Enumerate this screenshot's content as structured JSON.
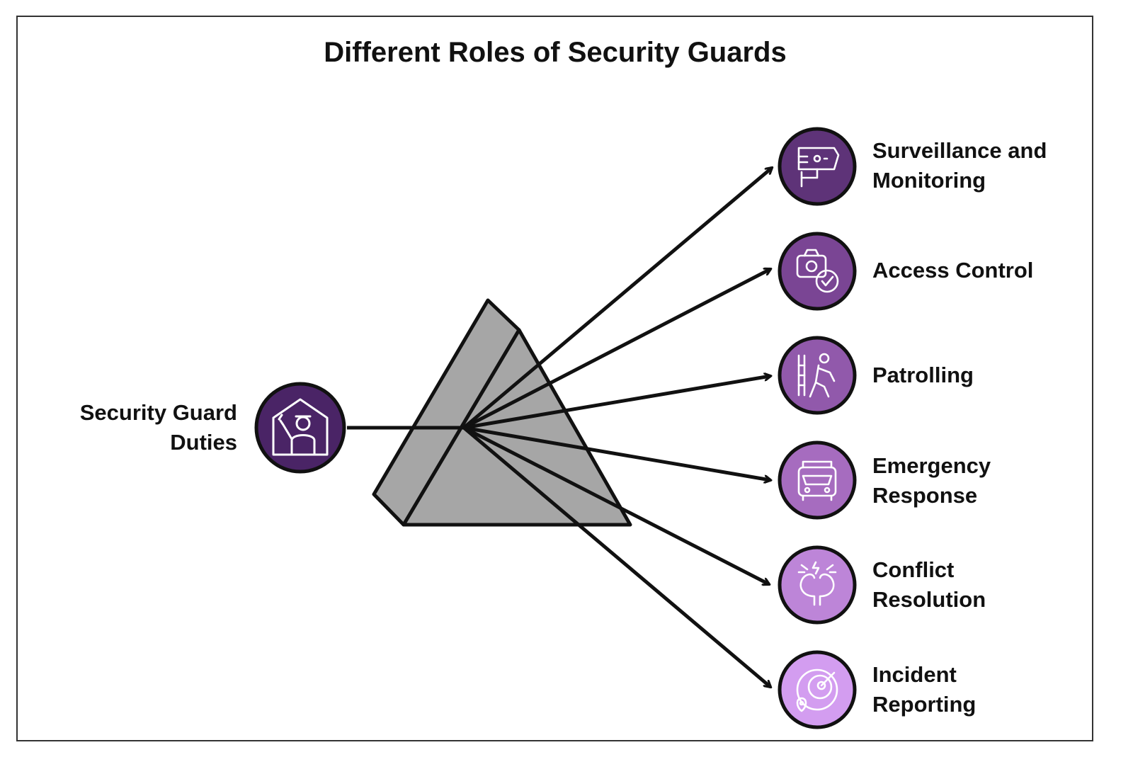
{
  "title": "Different Roles of Security Guards",
  "source": {
    "label_lines": [
      "Security Guard",
      "Duties"
    ],
    "icon": "guard-in-house-icon",
    "color": "#4a2466"
  },
  "roles": [
    {
      "label_lines": [
        "Surveillance and",
        "Monitoring"
      ],
      "icon": "cctv-camera-icon",
      "color": "#5e3378"
    },
    {
      "label_lines": [
        "Access Control"
      ],
      "icon": "camera-check-icon",
      "color": "#7a4594"
    },
    {
      "label_lines": [
        "Patrolling"
      ],
      "icon": "patrolling-guard-icon",
      "color": "#9159ab"
    },
    {
      "label_lines": [
        "Emergency",
        "Response"
      ],
      "icon": "emergency-vehicle-icon",
      "color": "#a66cbf"
    },
    {
      "label_lines": [
        "Conflict",
        "Resolution"
      ],
      "icon": "conflict-heads-icon",
      "color": "#bd85d8"
    },
    {
      "label_lines": [
        "Incident",
        "Reporting"
      ],
      "icon": "radar-location-icon",
      "color": "#d39df0"
    }
  ],
  "colors": {
    "prism": "#a6a6a6",
    "stroke": "#111111",
    "frame": "#333333"
  }
}
